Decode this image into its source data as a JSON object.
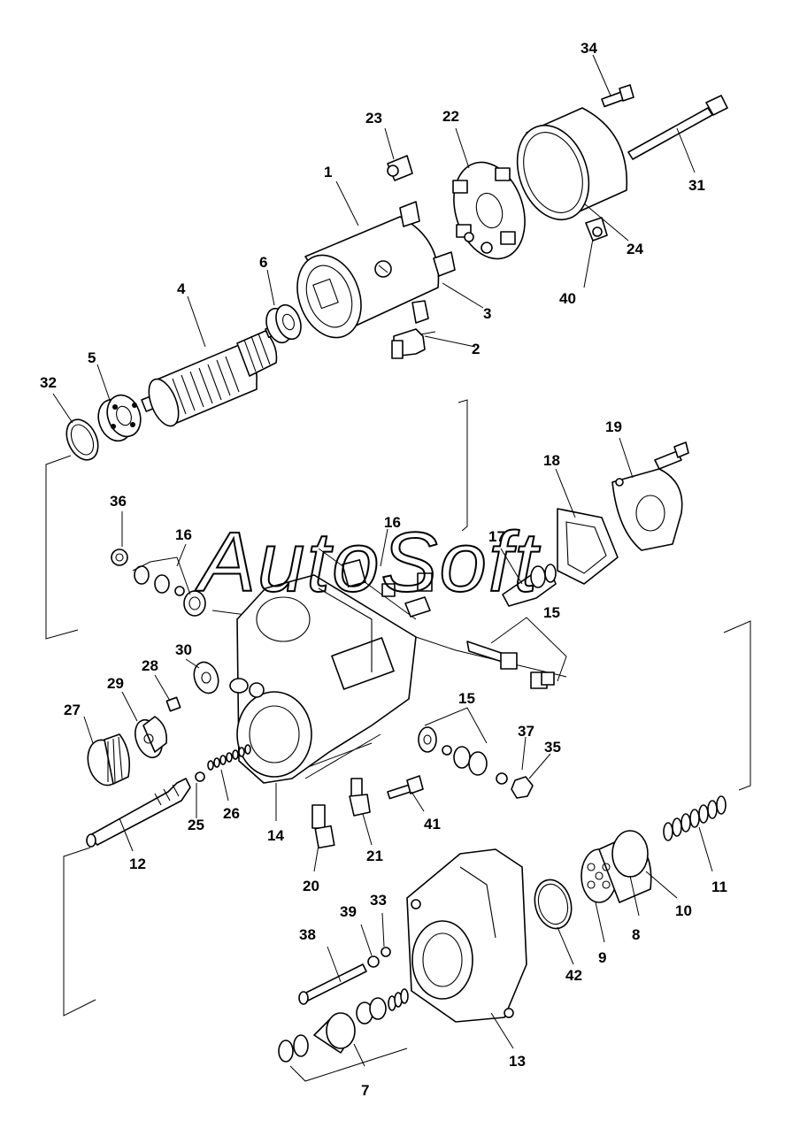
{
  "watermark": "AutoSoft",
  "callouts": [
    "1",
    "2",
    "3",
    "4",
    "5",
    "6",
    "7",
    "8",
    "9",
    "10",
    "11",
    "12",
    "13",
    "14",
    "15",
    "15",
    "16",
    "16",
    "17",
    "18",
    "19",
    "20",
    "21",
    "22",
    "23",
    "24",
    "25",
    "26",
    "27",
    "28",
    "29",
    "30",
    "31",
    "32",
    "33",
    "34",
    "35",
    "36",
    "37",
    "38",
    "39",
    "40",
    "41",
    "42"
  ],
  "colors": {
    "line": "#000000",
    "background": "#ffffff"
  }
}
